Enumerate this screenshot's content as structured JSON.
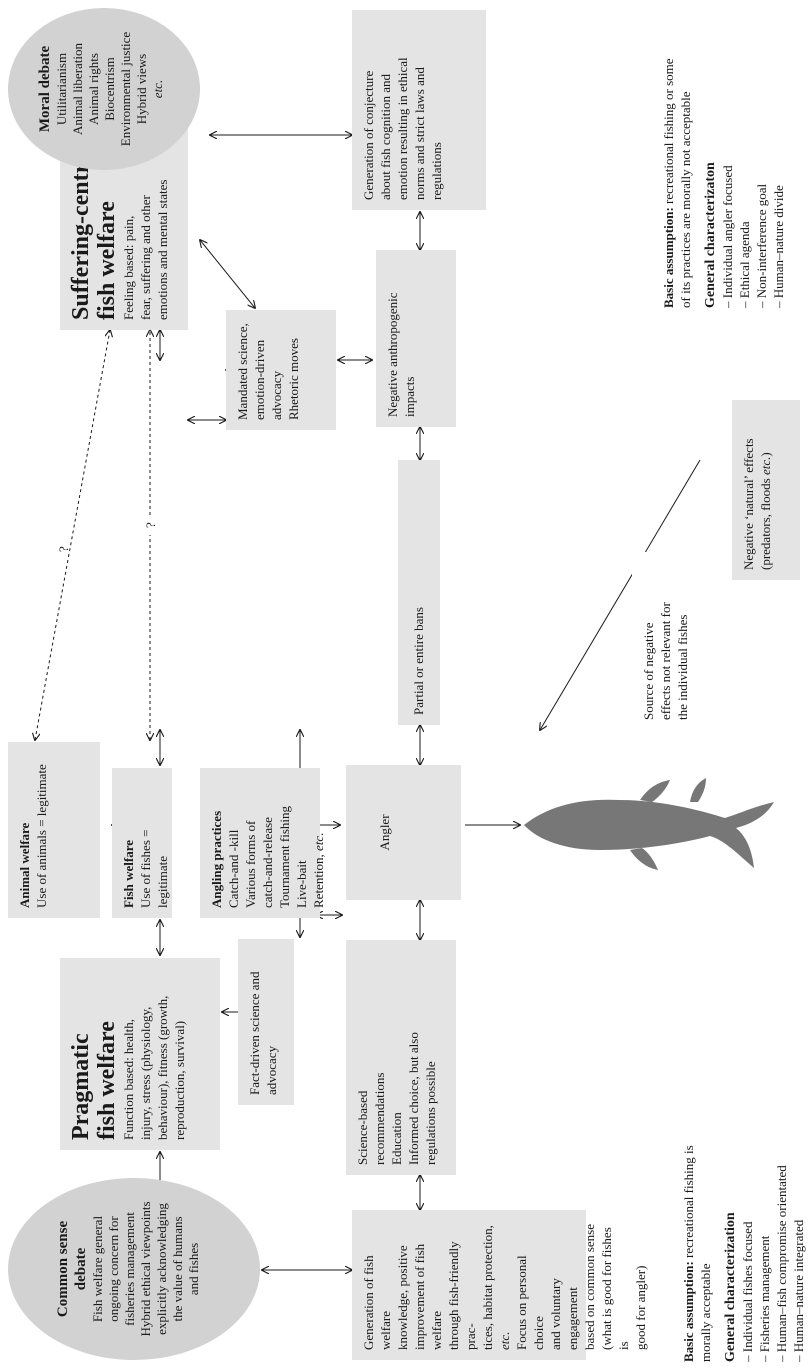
{
  "common_sense": {
    "title": [
      "Common sense",
      "debate"
    ],
    "lines": [
      "Fish welfare general",
      "ongoing concern for",
      "fisheries management",
      "Hybrid ethical viewpoints",
      "explicitly acknowledging",
      "the value of humans",
      "and fishes"
    ]
  },
  "pragmatic": {
    "title": [
      "Pragmatic",
      "fish welfare"
    ],
    "lines": [
      "Function based: health,",
      "injury, stress (physiology,",
      "behaviour), fitness (growth,",
      "reproduction, survival)"
    ]
  },
  "animal_welfare": {
    "title": "Animal welfare",
    "text": "Use of animals = legitimate"
  },
  "fish_welfare": {
    "title": "Fish welfare",
    "text": "Use of fishes = legitimate"
  },
  "angling": {
    "title": "Angling practices",
    "lines": [
      "Catch-and -kill",
      "Various forms of",
      "catch-and-release",
      "Tournament fishing",
      "Live-bait",
      "Retention, "
    ],
    "etc": "etc."
  },
  "suffering": {
    "title": [
      "Suffering-centred",
      "fish welfare"
    ],
    "lines": [
      "Feeling based: pain,",
      "fear, suffering and other",
      "emotions and mental states"
    ]
  },
  "moral_debate": {
    "title": "Moral debate",
    "lines": [
      "Utilitarianism",
      "Animal liberation",
      "Animal rights",
      "Biocentrism",
      "Environmental justice",
      "Hybrid views"
    ],
    "etc": "etc."
  },
  "fact_driven": {
    "lines": [
      "Fact-driven science and",
      "advocacy"
    ]
  },
  "mandated": {
    "lines": [
      "Mandated science,",
      "emotion-driven advocacy",
      "Rhetoric moves"
    ]
  },
  "science_based": {
    "lines": [
      "Science-based",
      "recommendations",
      "Education",
      "Informed choice, but also",
      "regulations possible"
    ]
  },
  "angler": {
    "text": "Angler"
  },
  "bans": {
    "text": "Partial or entire bans"
  },
  "negative_anthro": {
    "lines": [
      "Negative anthropogenic",
      "impacts"
    ]
  },
  "generation_fw": {
    "lines": [
      "Generation of fish welfare",
      "knowledge, positive",
      "improvement of fish welfare",
      "through fish-friendly prac-",
      "tices, habitat protection, "
    ],
    "etc": "etc.",
    "lines2": [
      "Focus on personal choice",
      "and voluntary engagement",
      "based on common sense",
      "(what is good for fishes is",
      "good for angler)"
    ]
  },
  "conjecture": {
    "lines": [
      "Generation of conjecture",
      "about fish cognition and",
      "emotion resulting in ethical",
      "norms and strict laws and",
      "regulations"
    ]
  },
  "natural_effects": {
    "lines": [
      "Negative ‘natural’ effects",
      "(predators, floods "
    ],
    "etc": "etc.",
    "tail": ")"
  },
  "source_negative": {
    "lines": [
      "Source of negative",
      "effects not relevant for",
      "the individual fishes"
    ]
  },
  "left_footer": {
    "assumption_label": "Basic assumption:",
    "assumption_text": " recreational fishing is",
    "assumption_text2": "morally acceptable",
    "char_title": "General characterization",
    "items": [
      "– Individual fishes focused",
      "– Fisheries management",
      "– Human–fish compromise orientated",
      "– Human–nature integrated"
    ]
  },
  "right_footer": {
    "assumption_label": "Basic assumption:",
    "assumption_text": " recreational fishing or some",
    "assumption_text2": "of its practices are morally not acceptable",
    "char_title": "General characterizaton",
    "items": [
      "– Individual angler focused",
      "– Ethical agenda",
      "– Non-interference goal",
      "– Human–nature divide"
    ]
  },
  "question_marks": [
    "?",
    "?"
  ],
  "colors": {
    "box": "#e4e4e4",
    "ellipse": "#d2d2d2",
    "fish": "#777777",
    "line": "#1a1a1a"
  }
}
